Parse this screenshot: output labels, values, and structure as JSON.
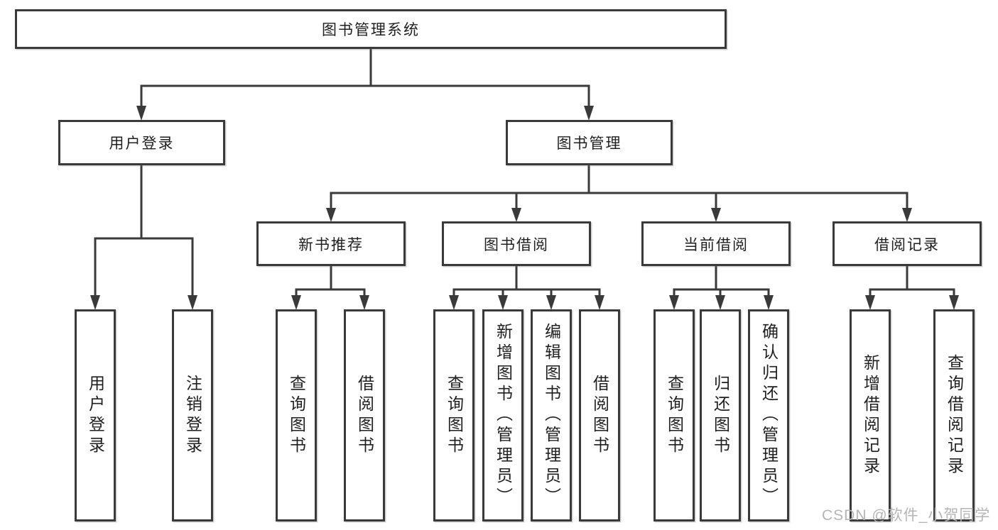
{
  "diagram_type": "hierarchy-tree",
  "colors": {
    "background": "#ffffff",
    "line": "#3a3a3a",
    "box_border": "#3a3a3a",
    "text": "#1f1f1f",
    "watermark": "#b5b5b5"
  },
  "nodes": {
    "root": {
      "label": "图书管理系统"
    },
    "user_login": {
      "label": "用户登录"
    },
    "book_management": {
      "label": "图书管理"
    },
    "new_book_recommend": {
      "label": "新书推荐"
    },
    "book_borrowing": {
      "label": "图书借阅"
    },
    "current_borrowing": {
      "label": "当前借阅"
    },
    "borrowing_records": {
      "label": "借阅记录"
    },
    "leaf_user_login": {
      "label": "用户登录"
    },
    "leaf_logout": {
      "label": "注销登录"
    },
    "rec_query_book": {
      "label": "查询图书"
    },
    "rec_borrow_book": {
      "label": "借阅图书"
    },
    "bb_query_book": {
      "label": "查询图书"
    },
    "bb_add_book": {
      "label": "新增图书（管理员）"
    },
    "bb_edit_book": {
      "label": "编辑图书（管理员）"
    },
    "bb_borrow_book": {
      "label": "借阅图书"
    },
    "cb_query_book": {
      "label": "查询图书"
    },
    "cb_return_book": {
      "label": "归还图书"
    },
    "cb_confirm_return": {
      "label": "确认归还（管理员）"
    },
    "br_add_record": {
      "label": "新增借阅记录"
    },
    "br_query_record": {
      "label": "查询借阅记录"
    }
  },
  "tree": {
    "root": [
      "user_login",
      "book_management"
    ],
    "user_login": [
      "leaf_user_login",
      "leaf_logout"
    ],
    "book_management": [
      "new_book_recommend",
      "book_borrowing",
      "current_borrowing",
      "borrowing_records"
    ],
    "new_book_recommend": [
      "rec_query_book",
      "rec_borrow_book"
    ],
    "book_borrowing": [
      "bb_query_book",
      "bb_add_book",
      "bb_edit_book",
      "bb_borrow_book"
    ],
    "current_borrowing": [
      "cb_query_book",
      "cb_return_book",
      "cb_confirm_return"
    ],
    "borrowing_records": [
      "br_add_record",
      "br_query_record"
    ]
  },
  "watermark": {
    "text": "CSDN @软件_小贺同学"
  }
}
